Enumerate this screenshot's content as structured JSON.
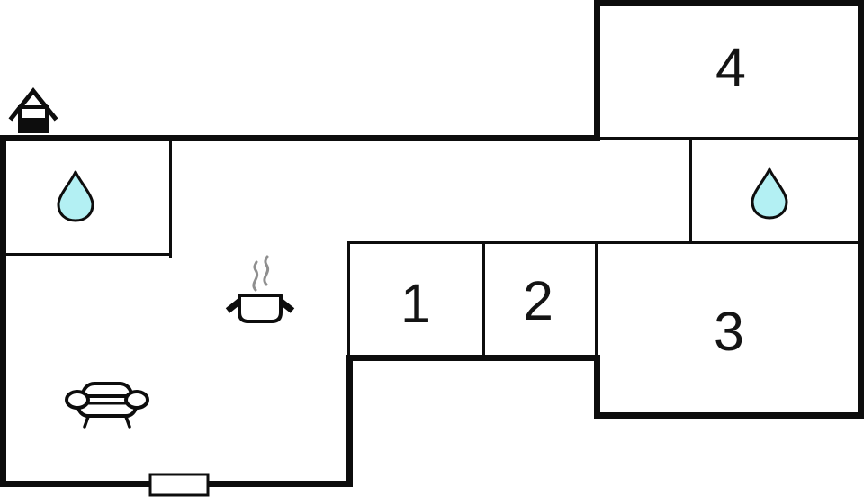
{
  "floor_plan": {
    "rooms": [
      {
        "id": "room-1",
        "label": "1"
      },
      {
        "id": "room-2",
        "label": "2"
      },
      {
        "id": "room-3",
        "label": "3"
      },
      {
        "id": "room-4",
        "label": "4"
      }
    ],
    "icons": [
      {
        "name": "entrance-house-icon"
      },
      {
        "name": "water-drop-icon-left"
      },
      {
        "name": "water-drop-icon-right"
      },
      {
        "name": "cooking-pot-icon"
      },
      {
        "name": "sofa-icon"
      },
      {
        "name": "window-marker"
      }
    ],
    "colors": {
      "wall": "#0d0d0d",
      "water_drop_fill": "#b3f0f3",
      "steam": "#8f8f8f",
      "background": "#ffffff"
    }
  }
}
